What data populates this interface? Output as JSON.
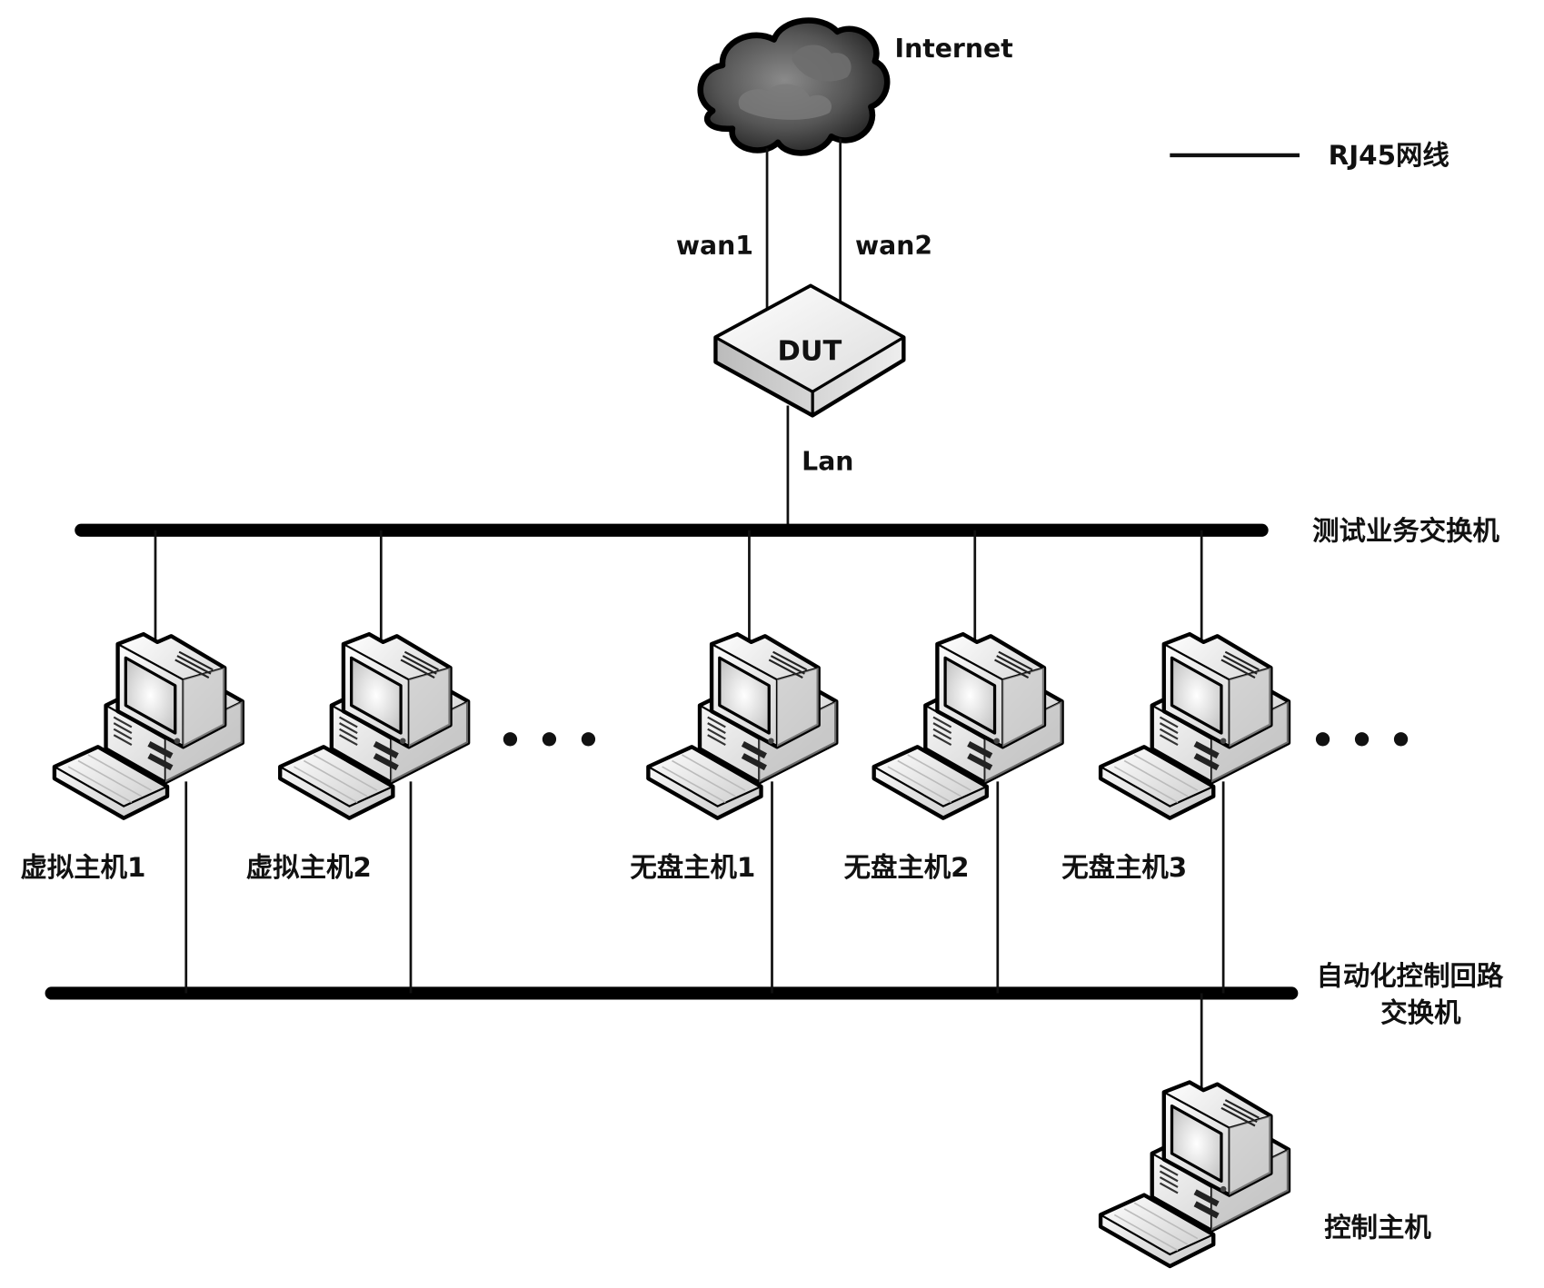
{
  "diagram": {
    "type": "network-topology",
    "internet": {
      "label": "Internet",
      "icon": "cloud-icon"
    },
    "legend": {
      "line_label": "RJ45网线",
      "line_meaning": "RJ45 cable"
    },
    "dut": {
      "label": "DUT",
      "icon": "router-icon"
    },
    "links": {
      "wan1": "wan1",
      "wan2": "wan2",
      "lan": "Lan"
    },
    "switches": {
      "test_service": {
        "label": "测试业务交换机"
      },
      "automation_control": {
        "label_line1": "自动化控制回路",
        "label_line2": "交换机"
      }
    },
    "hosts": [
      {
        "label": "虚拟主机1",
        "icon": "desktop-computer-icon"
      },
      {
        "label": "虚拟主机2",
        "icon": "desktop-computer-icon"
      },
      {
        "label": "无盘主机1",
        "icon": "desktop-computer-icon"
      },
      {
        "label": "无盘主机2",
        "icon": "desktop-computer-icon"
      },
      {
        "label": "无盘主机3",
        "icon": "desktop-computer-icon"
      }
    ],
    "ellipsis": [
      "• • •",
      "• • •"
    ],
    "control_host": {
      "label": "控制主机",
      "icon": "desktop-computer-icon"
    }
  }
}
